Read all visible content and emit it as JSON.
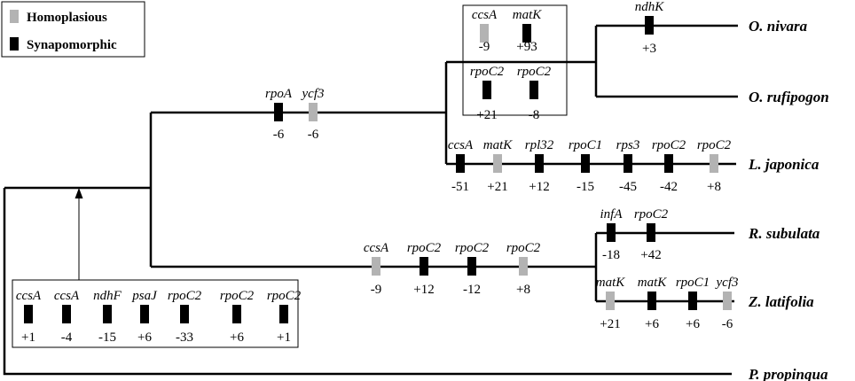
{
  "legend": [
    {
      "label": "Homoplasious",
      "color": "#b3b3b3"
    },
    {
      "label": "Synapomorphic",
      "color": "#000000"
    }
  ],
  "taxa": {
    "nivara": "O. nivara",
    "rufipogon": "O. rufipogon",
    "japonica": "L. japonica",
    "subulata": "R. subulata",
    "latifolia": "Z. latifolia",
    "propinqua": "P. propinqua"
  },
  "markers": [
    {
      "gene": "rpoA",
      "value": "-6",
      "type": "synapomorphic"
    },
    {
      "gene": "ycf3",
      "value": "-6",
      "type": "homoplasious"
    },
    {
      "gene": "ccsA",
      "value": "-9",
      "type": "homoplasious"
    },
    {
      "gene": "matK",
      "value": "+93",
      "type": "synapomorphic"
    },
    {
      "gene": "rpoC2",
      "value": "+21",
      "type": "synapomorphic"
    },
    {
      "gene": "rpoC2",
      "value": "-8",
      "type": "synapomorphic"
    },
    {
      "gene": "ndhK",
      "value": "+3",
      "type": "synapomorphic"
    },
    {
      "gene": "ccsA",
      "value": "-51",
      "type": "synapomorphic"
    },
    {
      "gene": "matK",
      "value": "+21",
      "type": "homoplasious"
    },
    {
      "gene": "rpl32",
      "value": "+12",
      "type": "synapomorphic"
    },
    {
      "gene": "rpoC1",
      "value": "-15",
      "type": "synapomorphic"
    },
    {
      "gene": "rps3",
      "value": "-45",
      "type": "synapomorphic"
    },
    {
      "gene": "rpoC2",
      "value": "-42",
      "type": "synapomorphic"
    },
    {
      "gene": "rpoC2",
      "value": "+8",
      "type": "homoplasious"
    },
    {
      "gene": "ccsA",
      "value": "-9",
      "type": "homoplasious"
    },
    {
      "gene": "rpoC2",
      "value": "+12",
      "type": "synapomorphic"
    },
    {
      "gene": "rpoC2",
      "value": "-12",
      "type": "synapomorphic"
    },
    {
      "gene": "rpoC2",
      "value": "+8",
      "type": "homoplasious"
    },
    {
      "gene": "infA",
      "value": "-18",
      "type": "synapomorphic"
    },
    {
      "gene": "rpoC2",
      "value": "+42",
      "type": "synapomorphic"
    },
    {
      "gene": "matK",
      "value": "+21",
      "type": "homoplasious"
    },
    {
      "gene": "matK",
      "value": "+6",
      "type": "synapomorphic"
    },
    {
      "gene": "rpoC1",
      "value": "+6",
      "type": "synapomorphic"
    },
    {
      "gene": "ycf3",
      "value": "-6",
      "type": "homoplasious"
    },
    {
      "gene": "ccsA",
      "value": "+1",
      "type": "synapomorphic"
    },
    {
      "gene": "ccsA",
      "value": "-4",
      "type": "synapomorphic"
    },
    {
      "gene": "ndhF",
      "value": "-15",
      "type": "synapomorphic"
    },
    {
      "gene": "psaJ",
      "value": "+6",
      "type": "synapomorphic"
    },
    {
      "gene": "rpoC2",
      "value": "-33",
      "type": "synapomorphic"
    },
    {
      "gene": "rpoC2",
      "value": "+6",
      "type": "synapomorphic"
    },
    {
      "gene": "rpoC2",
      "value": "+1",
      "type": "synapomorphic"
    }
  ]
}
